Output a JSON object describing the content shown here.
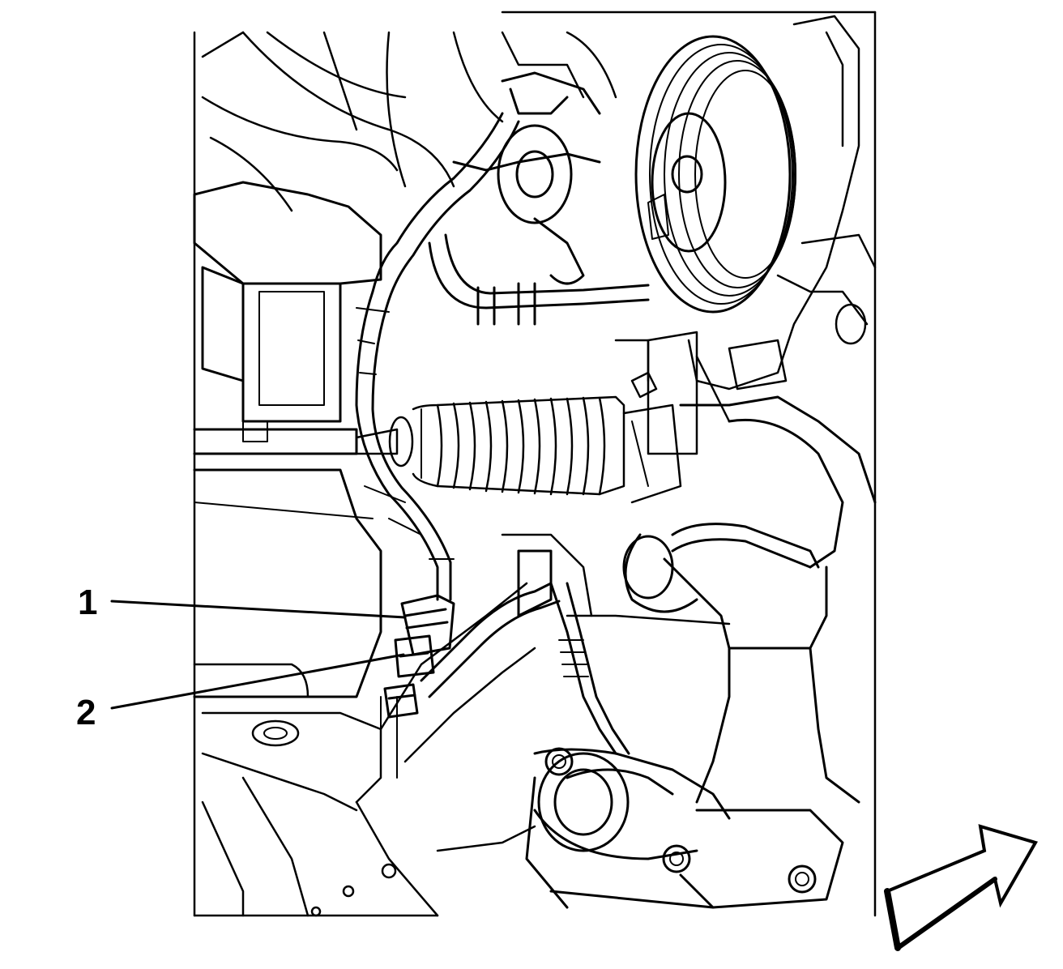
{
  "callouts": [
    {
      "id": "1",
      "label": "1"
    },
    {
      "id": "2",
      "label": "2"
    }
  ],
  "icons": {
    "view_direction": "arrow-right-up-icon"
  },
  "colors": {
    "line": "#000000",
    "background": "#ffffff"
  }
}
